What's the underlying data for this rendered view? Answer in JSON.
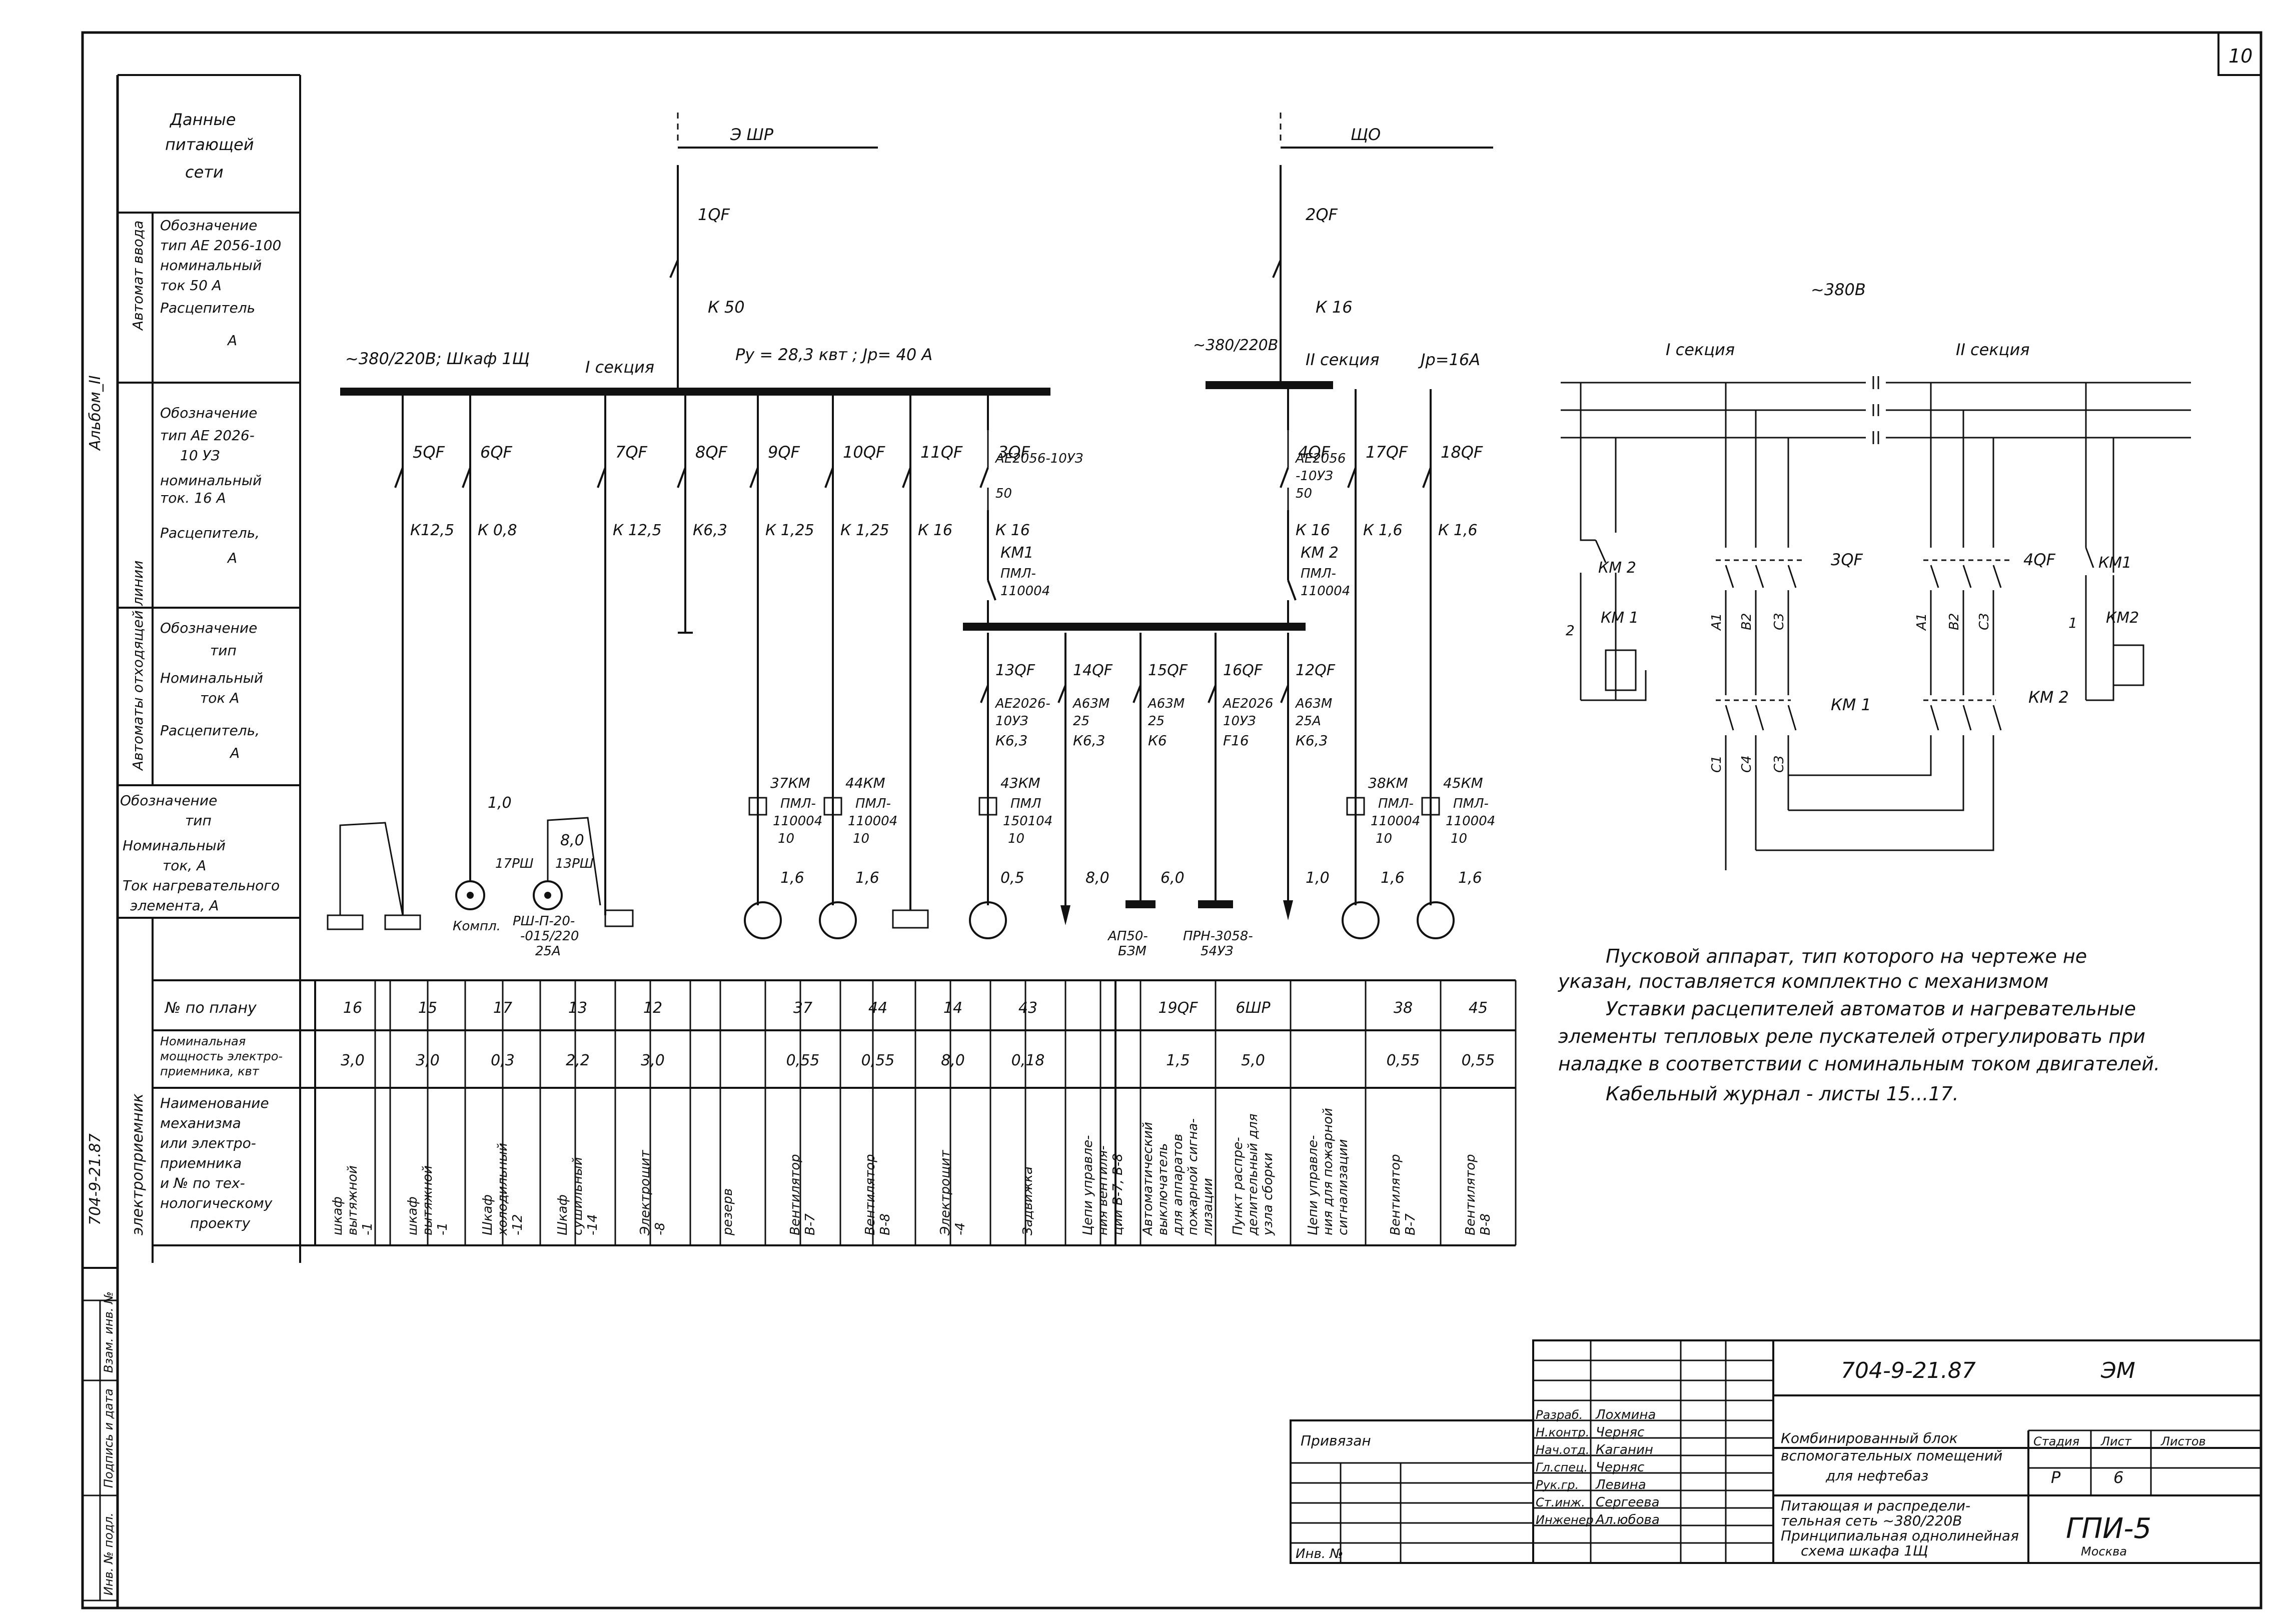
{
  "sheet": {
    "page_number": "10",
    "doc_code": "704-9-21.87",
    "doc_type": "ЭМ",
    "side_code": "704-9-21.87",
    "album": "Альбом_II"
  },
  "left_panel": {
    "supply_header": [
      "Данные",
      "питающей",
      "сети"
    ],
    "input_breaker_group": "Автомат ввода",
    "input_breaker_text": [
      "Обозначение",
      "тип АЕ 2056-100",
      "номинальный",
      "ток  50 А",
      "Расцепитель",
      "А"
    ],
    "outgoing_group": "Автоматы отходящей линии",
    "outgoing_text": [
      "Обозначение",
      "тип АЕ 2026-",
      "10 УЗ",
      "номинальный",
      "ток.  16 А",
      "Расцепитель,",
      "А"
    ],
    "starter_text": [
      "Обозначение",
      "тип",
      "Номинальный",
      "ток А",
      "Расцепитель,",
      "А"
    ],
    "thermal_text": [
      "Обозначение",
      "тип",
      "Номинальный",
      "ток,  А",
      "Ток нагревательного",
      "элемента,  А"
    ],
    "receivers_group": "электроприемник",
    "row_no": "№ по плану",
    "row_power": [
      "Номинальная",
      "мощность электро-",
      "приемника, квт"
    ],
    "row_name": [
      "Наименование",
      "механизма",
      "или электро-",
      "приемника",
      "и № по тех-",
      "нологическому",
      "проекту"
    ]
  },
  "scheme": {
    "feeder1": {
      "label": "Э ШР",
      "breaker": "1QF",
      "setting": "К 50",
      "bus_voltage": "~380/220В;  Шкаф 1Щ",
      "section": "I секция",
      "load": "Ру = 28,3  квт ;  Jр= 40 А"
    },
    "feeder2": {
      "label": "ЩО",
      "breaker": "2QF",
      "setting": "К 16",
      "bus_voltage": "~380/220В",
      "section": "II секция",
      "current": "Jр=16А"
    },
    "branches": [
      {
        "qf": "5QF",
        "k": "К12,5"
      },
      {
        "qf": "6QF",
        "k": "К 0,8"
      },
      {
        "qf": "7QF",
        "k": "К 12,5"
      },
      {
        "qf": "8QF",
        "k": "К6,3"
      },
      {
        "qf": "9QF",
        "k": "К 1,25"
      },
      {
        "qf": "10QF",
        "k": "К 1,25"
      },
      {
        "qf": "11QF",
        "k": "К 16"
      },
      {
        "qf": "3QF",
        "type": "АЕ2056-10УЗ",
        "rating": "50",
        "k": "К 16",
        "km": "КМ1",
        "km_type": "ПМЛ-",
        "km_type2": "110004"
      },
      {
        "qf": "4QF",
        "type": "АЕ2056",
        "type2": "-10УЗ",
        "rating": "50",
        "k": "К 16",
        "km": "КМ 2",
        "km_type": "ПМЛ-",
        "km_type2": "110004"
      },
      {
        "qf": "17QF",
        "k": "К 1,6"
      },
      {
        "qf": "18QF",
        "k": "К 1,6"
      }
    ],
    "sub_branches": [
      {
        "qf": "13QF",
        "t1": "АЕ2026-",
        "t2": "10УЗ",
        "k": "К6,3"
      },
      {
        "qf": "14QF",
        "t1": "А63М",
        "t2": "25",
        "k": "К6,3"
      },
      {
        "qf": "15QF",
        "t1": "А63М",
        "t2": "25",
        "k": "К6"
      },
      {
        "qf": "16QF",
        "t1": "АЕ2026",
        "t2": "10УЗ",
        "k": "F16"
      },
      {
        "qf": "12QF",
        "t1": "А63М",
        "t2": "25А",
        "k": "К6,3"
      }
    ],
    "starters": [
      {
        "label": "37КМ",
        "t1": "ПМЛ-",
        "t2": "110004",
        "t3": "10"
      },
      {
        "label": "44КМ",
        "t1": "ПМЛ-",
        "t2": "110004",
        "t3": "10"
      },
      {
        "label": "43КМ",
        "t1": "ПМЛ",
        "t2": "150104",
        "t3": "10"
      },
      {
        "label": "38КМ",
        "t1": "ПМЛ-",
        "t2": "110004",
        "t3": "10"
      },
      {
        "label": "45КМ",
        "t1": "ПМЛ-",
        "t2": "110004",
        "t3": "10"
      }
    ],
    "cable_values": [
      "1,0",
      "8,0",
      "1,6",
      "1,6",
      "0,5",
      "8,0",
      "6,0",
      "1,0",
      "1,6",
      "1,6"
    ],
    "devices": {
      "rsh1": "17РШ",
      "rsh2": "13РШ",
      "kompl": "Компл.",
      "rsh_type": [
        "РШ-П-20-",
        "-015/220",
        "25А"
      ],
      "ap": [
        "АП50-",
        "БЗМ"
      ],
      "prn": [
        "ПРН-3058-",
        "54УЗ"
      ]
    }
  },
  "ats": {
    "voltage": "~380В",
    "section1": "I секция",
    "section2": "II секция",
    "labels": [
      "КМ 2",
      "КМ 1",
      "3QF",
      "4QF",
      "КМ1",
      "КМ2",
      "КМ 1",
      "КМ 2",
      "2",
      "1"
    ],
    "phase_labels": [
      "А1",
      "В2",
      "С3",
      "С1",
      "С4",
      "С3",
      "А1",
      "В2",
      "С3"
    ]
  },
  "table": {
    "numbers": [
      "16",
      "15",
      "17",
      "13",
      "12",
      "",
      "37",
      "44",
      "14",
      "43",
      "",
      "19QF",
      "6ШР",
      "",
      "38",
      "45"
    ],
    "powers": [
      "3,0",
      "3,0",
      "0,3",
      "2,2",
      "3,0",
      "",
      "0,55",
      "0,55",
      "8,0",
      "0,18",
      "",
      "1,5",
      "5,0",
      "",
      "0,55",
      "0,55"
    ],
    "names": [
      [
        "шкаф",
        "вытяжной",
        "-1"
      ],
      [
        "шкаф",
        "вытяжной",
        "-1"
      ],
      [
        "Шкаф",
        "холодильный",
        "-12"
      ],
      [
        "Шкаф",
        "сушильный",
        "-14"
      ],
      [
        "Электрощит",
        "-8"
      ],
      [
        "резерв"
      ],
      [
        "Вентилятор",
        "В-7"
      ],
      [
        "Вентилятор",
        "В-8"
      ],
      [
        "Электрощит",
        "-4"
      ],
      [
        "Задвижка"
      ],
      [
        "Цепи управле-",
        "ния вентиля-",
        "ции В-7, В-8"
      ],
      [
        "Автоматический",
        "выключатель",
        "для аппаратов",
        "пожарной сигна-",
        "лизации"
      ],
      [
        "Пункт распре-",
        "делительный для",
        "узла сборки"
      ],
      [
        "Цепи управле-",
        "ния для пожарной",
        "сигнализации"
      ],
      [
        "Вентилятор",
        "В-7"
      ],
      [
        "Вентилятор",
        "В-8"
      ]
    ]
  },
  "notes": [
    "Пусковой аппарат, тип которого на чертеже не",
    "указан, поставляется комплектно с механизмом",
    "Уставки расцепителей автоматов и нагревательные",
    "элементы тепловых реле пускателей отрегулировать при",
    "наладке  в соответствии с номинальным током двигателей.",
    "Кабельный журнал - листы 15...17."
  ],
  "stamp": {
    "roles": [
      "Разраб.",
      "Н.контр.",
      "Нач.отд.",
      "Гл.спец.",
      "Рук.гр.",
      "Ст.инж.",
      "Инженер"
    ],
    "names": [
      "Лохмина",
      "Черняс",
      "Каганин",
      "Черняс",
      "Левина",
      "Сергеева",
      "Ал.юбова"
    ],
    "title": [
      "Комбинированный блок",
      "вспомогательных помещений",
      "для нефтебаз"
    ],
    "subtitle": [
      "Питающая и распредели-",
      "тельная сеть ~380/220В",
      "Принципиальная однолинейная",
      "схема шкафа 1Щ"
    ],
    "stage_h": "Стадия",
    "sheet_h": "Лист",
    "sheets_h": "Листов",
    "stage": "Р",
    "sheet": "6",
    "org": "ГПИ-5",
    "city": "Москва",
    "approved": "Привязан",
    "inv": "Инв. №"
  },
  "side_stamp": [
    "Инв. № подл.",
    "Подпись и дата",
    "Взам. инв. №"
  ]
}
